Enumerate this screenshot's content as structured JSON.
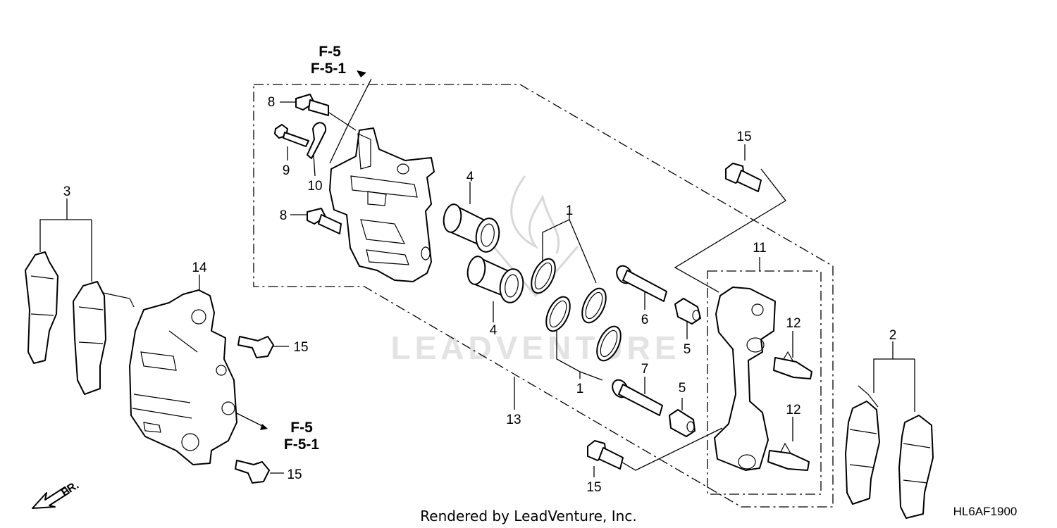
{
  "diagram": {
    "reference_labels": {
      "top_line1": "F-5",
      "top_line2": "F-5-1",
      "bottom_line1": "F-5",
      "bottom_line2": "F-5-1"
    },
    "callouts": {
      "c1a": "1",
      "c1b": "1",
      "c2": "2",
      "c3": "3",
      "c4a": "4",
      "c4b": "4",
      "c5a": "5",
      "c5b": "5",
      "c6": "6",
      "c7": "7",
      "c8a": "8",
      "c8b": "8",
      "c9": "9",
      "c10": "10",
      "c11": "11",
      "c12a": "12",
      "c12b": "12",
      "c13": "13",
      "c14": "14",
      "c15a": "15",
      "c15b": "15",
      "c15c": "15",
      "c15d": "15"
    },
    "front_label": "FR.",
    "watermark": "LEADVENTURE",
    "credit": "Rendered by LeadVenture, Inc.",
    "diagram_code": "HL6AF1900"
  }
}
